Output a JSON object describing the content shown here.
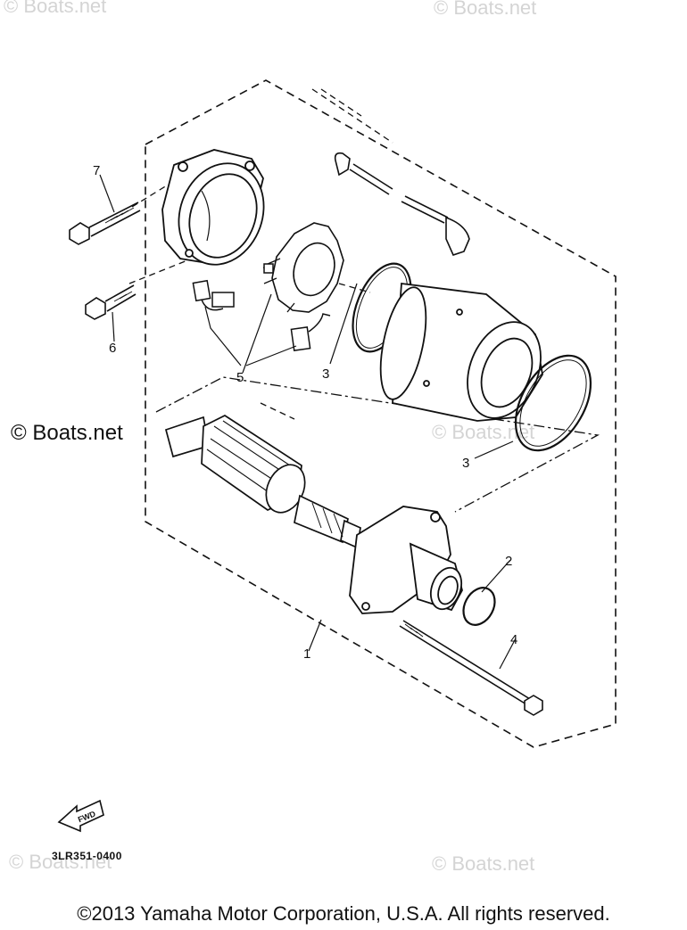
{
  "watermarks": {
    "top_left": "© Boats.net",
    "top_right": "© Boats.net",
    "left_middle": "© Boats.net",
    "right_middle": "© Boats.net",
    "bottom_left": "© Boats.net",
    "bottom_right": "© Boats.net"
  },
  "callouts": {
    "c1": "1",
    "c2": "2",
    "c3a": "3",
    "c3b": "3",
    "c4": "4",
    "c5": "5",
    "c6": "6",
    "c7": "7"
  },
  "fwd_label": "FWD",
  "diagram_code": "3LR351-0400",
  "copyright": "©2013 Yamaha Motor Corporation, U.S.A. All rights reserved."
}
